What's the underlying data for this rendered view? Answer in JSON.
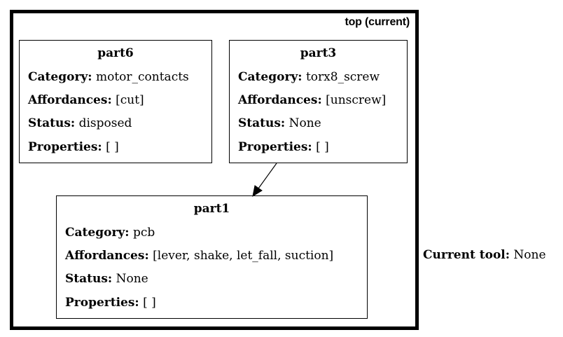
{
  "cluster": {
    "title": "top (current)"
  },
  "labels": {
    "category": "Category:",
    "affordances": "Affordances:",
    "status": "Status:",
    "properties": "Properties:"
  },
  "nodes": {
    "part6": {
      "title": "part6",
      "category": "motor_contacts",
      "affordances": "[cut]",
      "status": "disposed",
      "properties": "[ ]"
    },
    "part3": {
      "title": "part3",
      "category": "torx8_screw",
      "affordances": "[unscrew]",
      "status": "None",
      "properties": "[ ]"
    },
    "part1": {
      "title": "part1",
      "category": "pcb",
      "affordances": "[lever, shake, let_fall, suction]",
      "status": "None",
      "properties": "[ ]"
    }
  },
  "edges": [
    {
      "from": "part3",
      "to": "part1"
    }
  ],
  "tool": {
    "label": "Current tool:",
    "value": "None"
  }
}
